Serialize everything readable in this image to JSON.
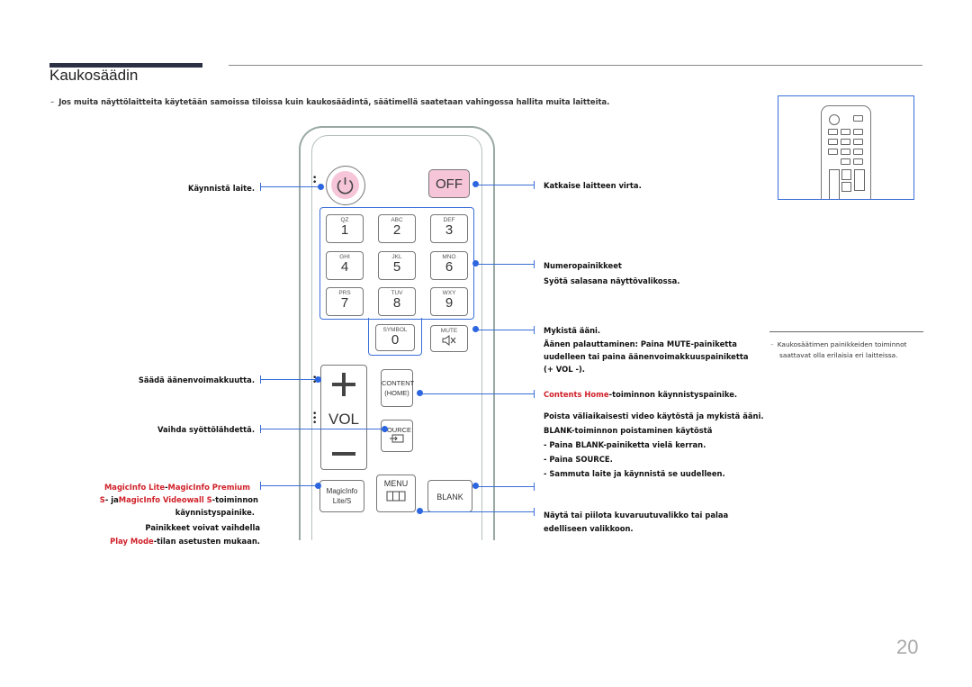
{
  "title": "Kaukosäädin",
  "note": "Jos muita näyttölaitteita käytetään samoissa tiloissa kuin kaukosäädintä, säätimellä saatetaan vahingossa hallita muita laitteita.",
  "note_dash": "–",
  "left_labels": {
    "power_on": "Käynnistä laite.",
    "volume": "Säädä äänenvoimakkuutta.",
    "source": "Vaihda syöttölähdettä.",
    "magic_line1_a": "MagicInfo Lite",
    "magic_line1_b": "-",
    "magic_line1_c": "MagicInfo Premium",
    "magic_line2_a": "S",
    "magic_line2_b": "- ja",
    "magic_line2_c": "MagicInfo Videowall S",
    "magic_line2_d": "-toiminnon",
    "magic_line3": "käynnistyspainike.",
    "magic_line4": "Painikkeet voivat vaihdella",
    "magic_line5_a": "Play Mode",
    "magic_line5_b": "-tilan asetusten mukaan."
  },
  "right_labels": {
    "power_off": "Katkaise laitteen virta.",
    "numbers_1": "Numeropainikkeet",
    "numbers_2": "Syötä salasana näyttövalikossa.",
    "mute_1": "Mykistä ääni.",
    "mute_2": "Äänen palauttaminen: Paina MUTE-painiketta",
    "mute_3": "uudelleen tai paina äänenvoimakkuuspainiketta",
    "mute_4": "(+ VOL -).",
    "content_a": "Contents Home",
    "content_b": "-toiminnon käynnistyspainike.",
    "blank_1": "Poista väliaikaisesti video käytöstä ja mykistä ääni.",
    "blank_2": "BLANK-toiminnon poistaminen käytöstä",
    "blank_3": "- Paina BLANK-painiketta vielä kerran.",
    "blank_4": "- Paina SOURCE.",
    "blank_5": "- Sammuta laite ja käynnistä se uudelleen.",
    "menu_1": "Näytä tai piilota kuvaruutuvalikko tai palaa",
    "menu_2": "edelliseen valikkoon."
  },
  "remote": {
    "off": "OFF",
    "keys": [
      {
        "letters": "QZ",
        "digit": "1"
      },
      {
        "letters": "ABC",
        "digit": "2"
      },
      {
        "letters": "DEF",
        "digit": "3"
      },
      {
        "letters": "GHI",
        "digit": "4"
      },
      {
        "letters": "JKL",
        "digit": "5"
      },
      {
        "letters": "MNO",
        "digit": "6"
      },
      {
        "letters": "PRS",
        "digit": "7"
      },
      {
        "letters": "TUV",
        "digit": "8"
      },
      {
        "letters": "WXY",
        "digit": "9"
      }
    ],
    "symbol": "SYMBOL",
    "zero": "0",
    "mute": "MUTE",
    "vol": "VOL",
    "content_1": "CONTENT",
    "content_2": "(HOME)",
    "source": "SOURCE",
    "menu": "MENU",
    "blank": "BLANK",
    "magic_1": "MagicInfo",
    "magic_2": "Lite/S"
  },
  "side_note_dash": "–",
  "side_note_1": "Kaukosäätimen painikkeiden toiminnot",
  "side_note_2": "saattavat olla erilaisia eri laitteissa.",
  "page_number": "20",
  "colors": {
    "accent_line": "#3a6fd8",
    "highlight_red": "#d0212a",
    "power_pink": "#f6c6d8"
  }
}
